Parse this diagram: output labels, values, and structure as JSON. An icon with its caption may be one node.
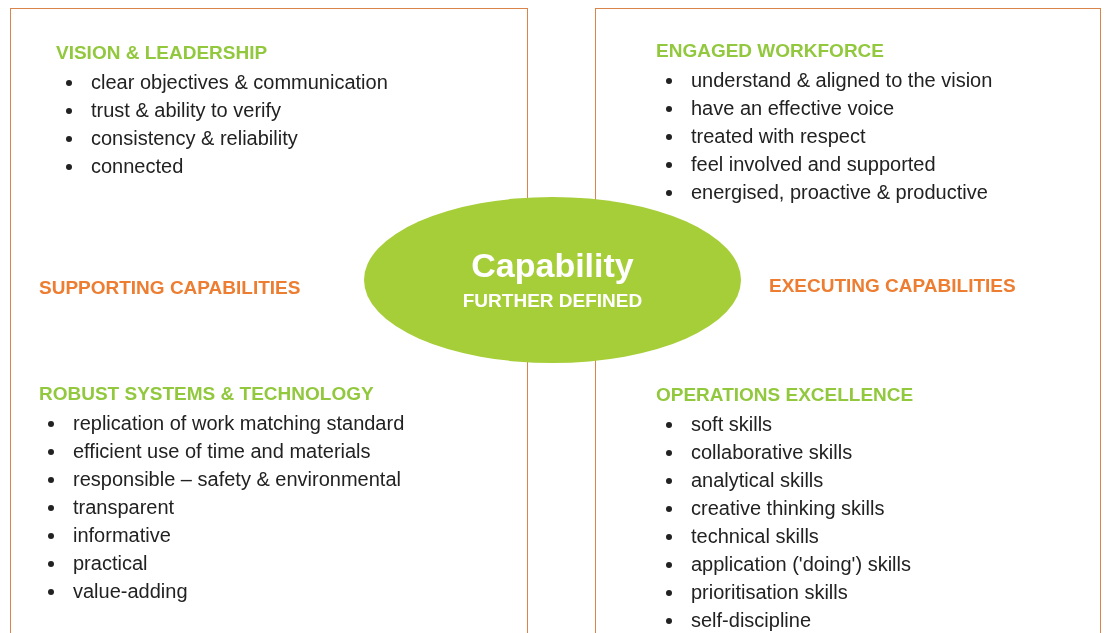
{
  "diagram": {
    "nodes": [
      {
        "text": [
          "VISION & LEADERSHIP",
          "clear objectives & communication",
          "trust & ability to verify",
          "consistency & reliability",
          "connected",
          "SUPPORTING CAPABILITIES",
          "ROBUST SYSTEMS & TECHNOLOGY",
          "replication of work matching standard",
          "efficient use of time and materials",
          "responsible – safety & environmental",
          "transparent",
          "informative",
          "practical",
          "value-adding"
        ]
      },
      {
        "text": [
          "ENGAGED WORKFORCE",
          "understand & aligned to the vision",
          "have an effective voice",
          "treated with respect",
          "feel involved and supported",
          "energised, proactive & productive",
          "EXECUTING CAPABILITIES",
          "OPERATIONS EXCELLENCE",
          "soft skills",
          "collaborative skills",
          "analytical skills",
          "creative thinking skills",
          "technical skills",
          "application ('doing')  skills",
          "prioritisation skills",
          "self-discipline"
        ]
      },
      {
        "text": [
          "Capability",
          "FURTHER DEFINED"
        ]
      }
    ]
  }
}
